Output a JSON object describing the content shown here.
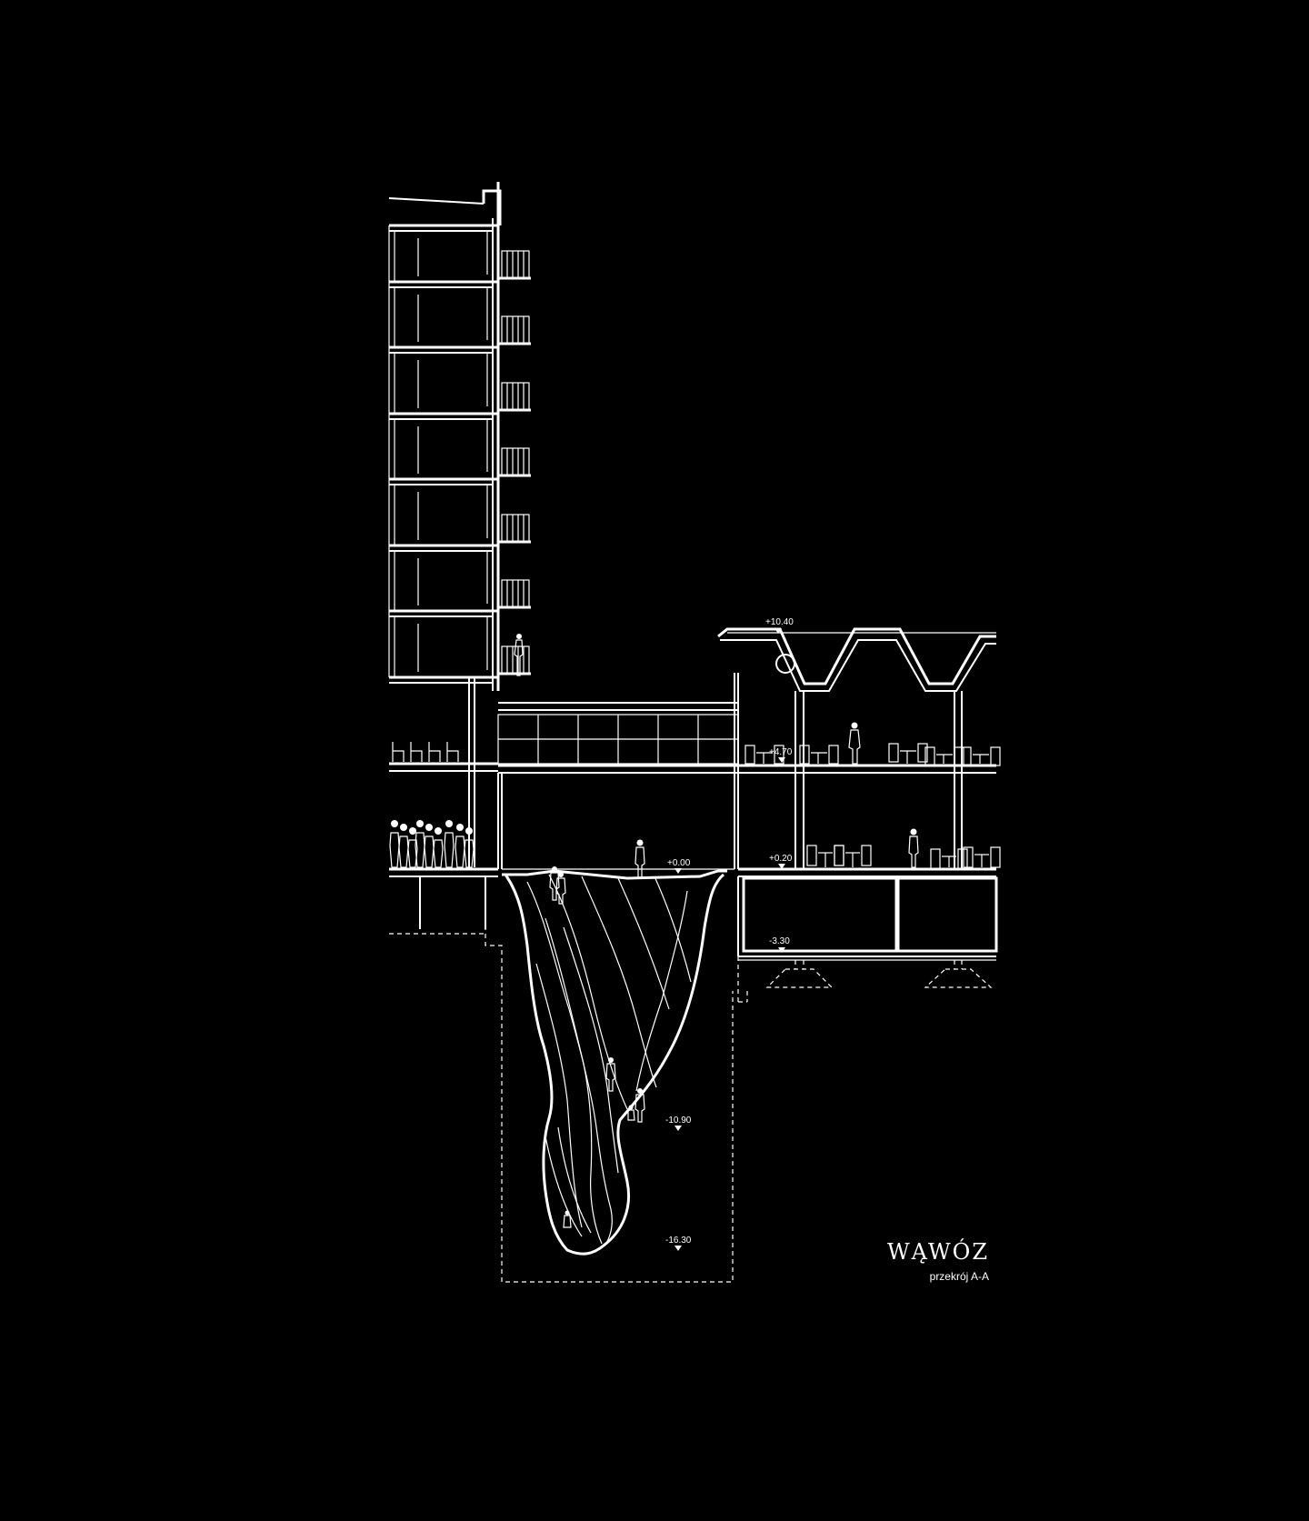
{
  "drawing": {
    "title": "WĄWÓZ",
    "subtitle": "przekrój A-A"
  },
  "levels": [
    {
      "id": "lvl-roof",
      "label": "+10.40"
    },
    {
      "id": "lvl-first",
      "label": "+4.70"
    },
    {
      "id": "lvl-ground",
      "label": "+0.00"
    },
    {
      "id": "lvl-ground-right",
      "label": "+0.20"
    },
    {
      "id": "lvl-basement",
      "label": "-3.30"
    },
    {
      "id": "lvl-gorge-mid",
      "label": "-10.90"
    },
    {
      "id": "lvl-gorge-bottom",
      "label": "-16.30"
    }
  ],
  "colors": {
    "background": "#000000",
    "line": "#ffffff"
  }
}
